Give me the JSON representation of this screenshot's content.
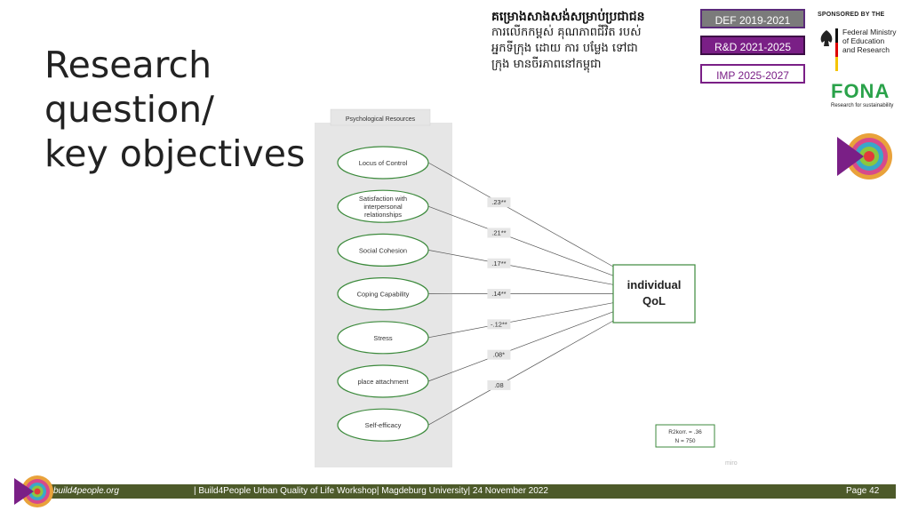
{
  "slide": {
    "title": "Research question/\nkey objectives"
  },
  "header": {
    "khmer_title": "គម្រោងសាងសង់សម្រាប់ប្រជាជន",
    "khmer_lines": [
      "ការលើកកម្ពស់ គុណភាពជីវិត របស់",
      "អ្នកទីក្រុង ដោយ ការ បម្លែង ទៅជា",
      "ក្រុង មានចីរភាពនៅកម្ពុជា"
    ],
    "phases": [
      "DEF 2019-2021",
      "R&D 2021-2025",
      "IMP 2025-2027"
    ],
    "sponsor_label": "SPONSORED BY THE",
    "bmbf_lines": [
      "Federal Ministry",
      "of Education",
      "and Research"
    ],
    "fona_name": "FONA",
    "fona_sub": "Research for sustainability"
  },
  "diagram": {
    "panel_label": "Psychological Resources",
    "predictors": [
      {
        "label": "Locus of Control",
        "coef": ".23**"
      },
      {
        "label": "Satisfaction with interpersonal relationships",
        "coef": ".21**"
      },
      {
        "label": "Social Cohesion",
        "coef": ".17**"
      },
      {
        "label": "Coping Capability",
        "coef": ".14**"
      },
      {
        "label": "Stress",
        "coef": "-.12**"
      },
      {
        "label": "place attachment",
        "coef": ".08*"
      },
      {
        "label": "Self-efficacy",
        "coef": ".08"
      }
    ],
    "outcome_lines": [
      "individual",
      "QoL"
    ],
    "stats_lines": [
      "R2korr. = .36",
      "N = 750"
    ],
    "watermark": "miro"
  },
  "footer": {
    "site": "build4people.org",
    "info": "| Build4People Urban Quality of Life Workshop| Magdeburg University| 24 November 2022",
    "page": "Page 42"
  },
  "colors": {
    "purple": "#7a1f86",
    "green_ellipse": "#3c8a3c",
    "footer": "#4d5a2a",
    "panel": "#e6e6e6"
  }
}
